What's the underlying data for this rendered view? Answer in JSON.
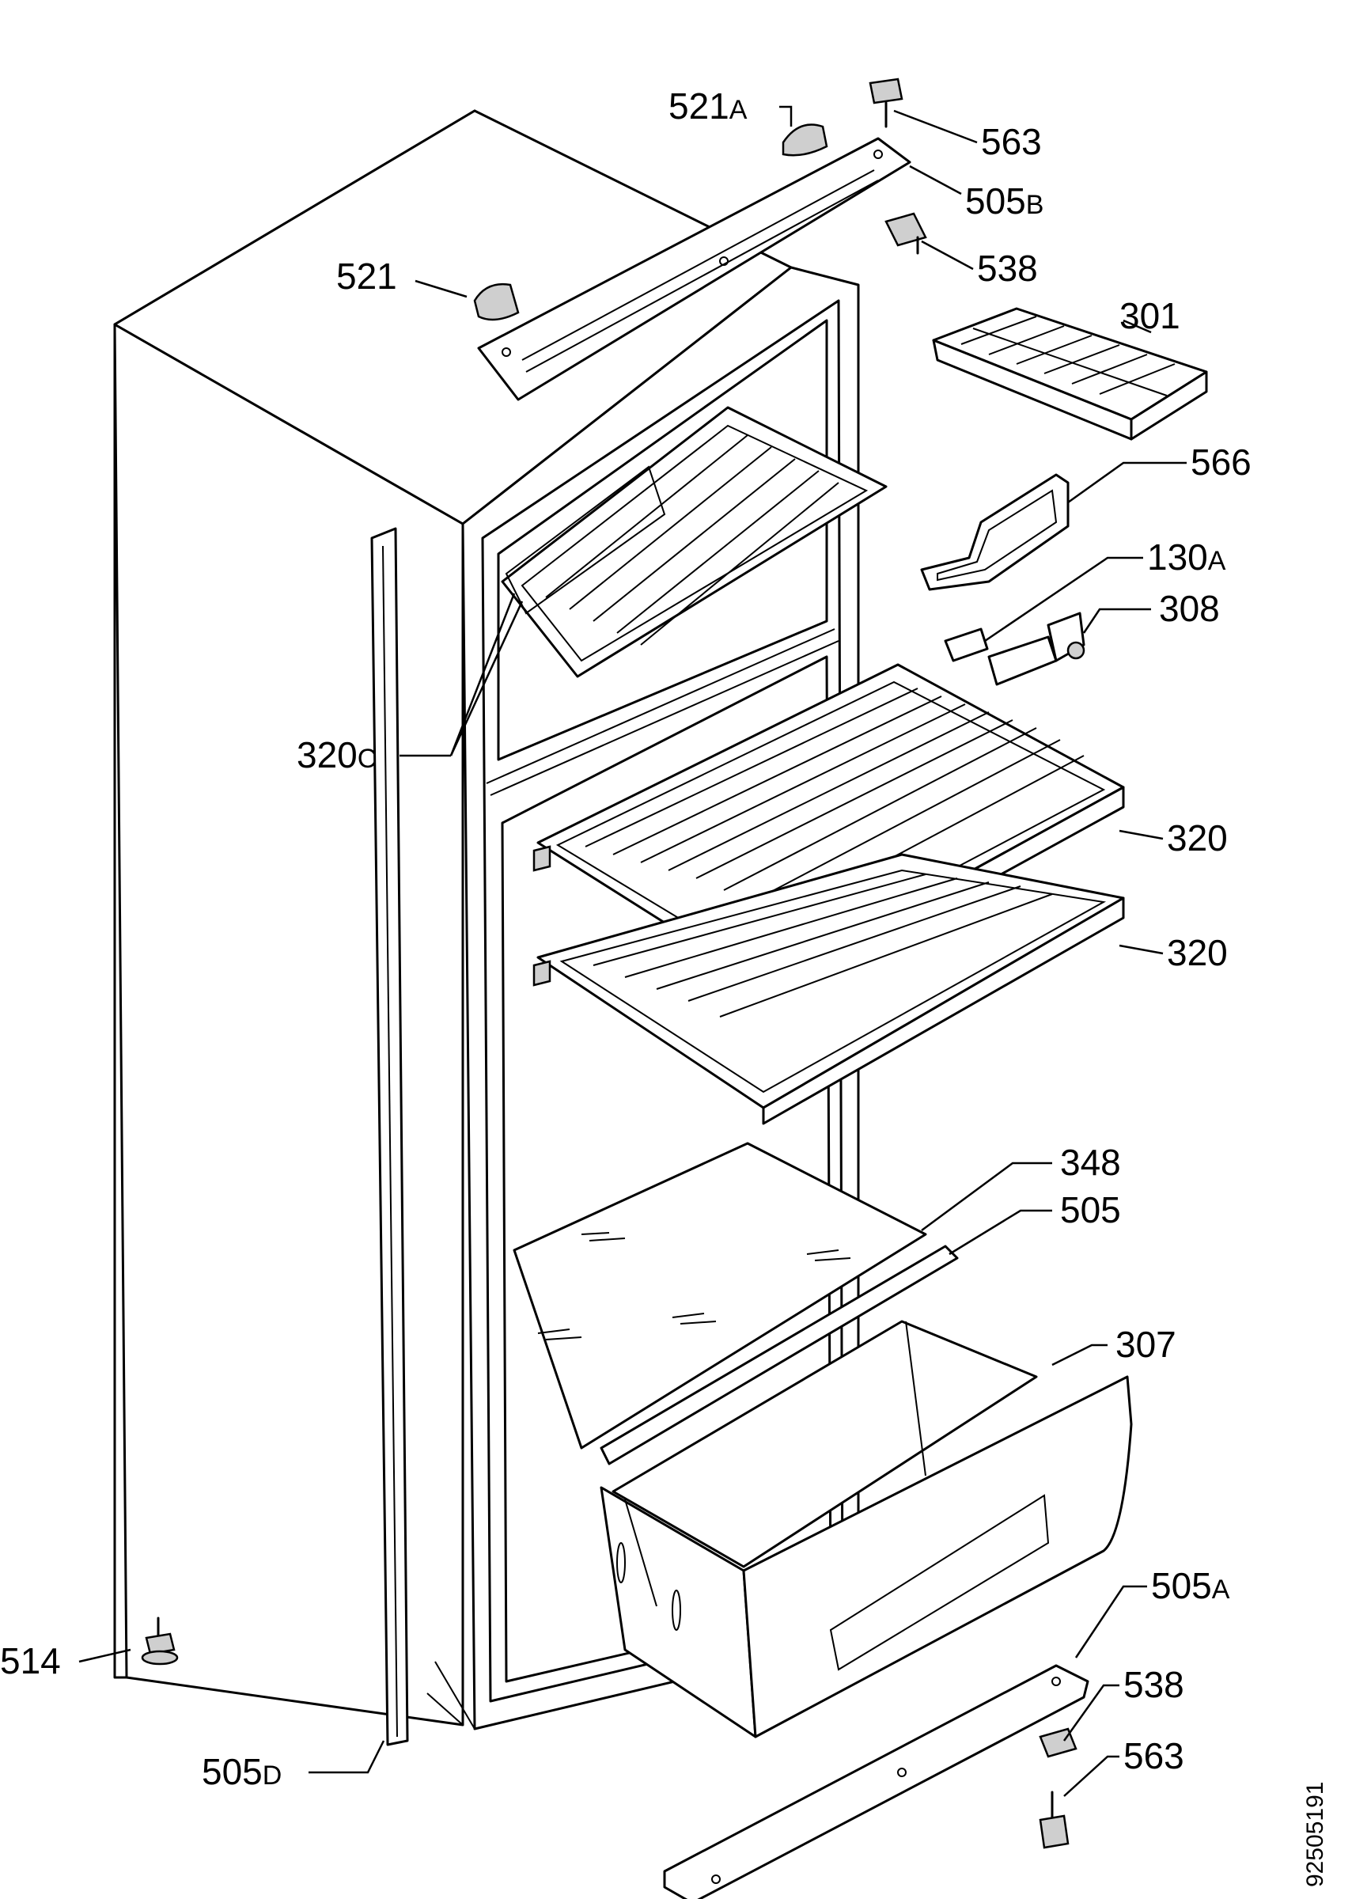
{
  "parts": {
    "p521A": {
      "num": "521",
      "suffix": "A"
    },
    "p563_top": {
      "num": "563",
      "suffix": ""
    },
    "p505B": {
      "num": "505",
      "suffix": "B"
    },
    "p538_top": {
      "num": "538",
      "suffix": ""
    },
    "p521": {
      "num": "521",
      "suffix": ""
    },
    "p301": {
      "num": "301",
      "suffix": ""
    },
    "p566": {
      "num": "566",
      "suffix": ""
    },
    "p130A": {
      "num": "130",
      "suffix": "A"
    },
    "p308": {
      "num": "308",
      "suffix": ""
    },
    "p320C": {
      "num": "320",
      "suffix": "C"
    },
    "p320_upper": {
      "num": "320",
      "suffix": ""
    },
    "p320_lower": {
      "num": "320",
      "suffix": ""
    },
    "p348": {
      "num": "348",
      "suffix": ""
    },
    "p505": {
      "num": "505",
      "suffix": ""
    },
    "p307": {
      "num": "307",
      "suffix": ""
    },
    "p505A": {
      "num": "505",
      "suffix": "A"
    },
    "p514": {
      "num": "514",
      "suffix": ""
    },
    "p538_bottom": {
      "num": "538",
      "suffix": ""
    },
    "p563_bottom": {
      "num": "563",
      "suffix": ""
    },
    "p505D": {
      "num": "505",
      "suffix": "D"
    }
  },
  "drawing_number": "92505191"
}
